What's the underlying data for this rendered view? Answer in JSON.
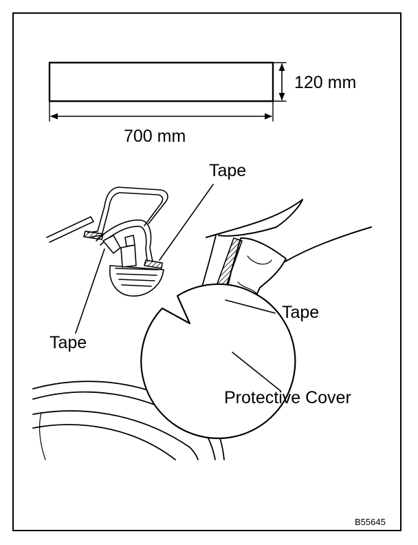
{
  "dimensions": {
    "height_label": "120 mm",
    "width_label": "700 mm"
  },
  "callouts": {
    "tape_top": "Tape",
    "tape_left": "Tape",
    "tape_right": "Tape",
    "protective_cover": "Protective Cover"
  },
  "figure_code": "B55645"
}
